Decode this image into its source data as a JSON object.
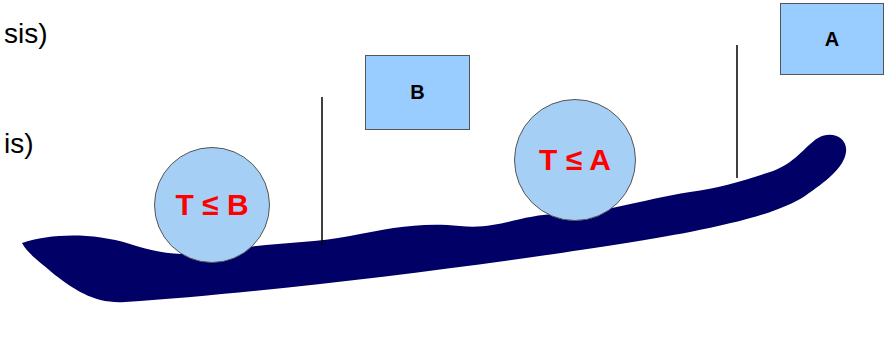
{
  "diagram": {
    "nodes": [
      {
        "text": [
          "A"
        ]
      },
      {
        "text": [
          "B"
        ]
      },
      {
        "text": [
          "T ≤ B"
        ]
      },
      {
        "text": [
          "T ≤ A"
        ]
      }
    ],
    "labels": [
      "sis)",
      "is)"
    ]
  }
}
